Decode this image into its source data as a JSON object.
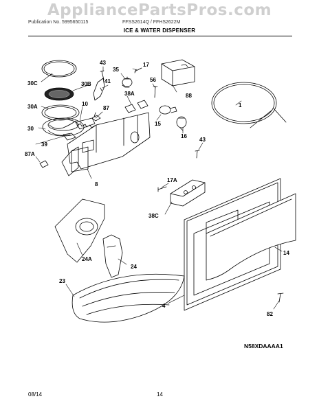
{
  "watermark": "AppliancePartsPros.com",
  "header": {
    "publication": "Publication No. 5995650115",
    "models": "FFSS2614Q / FFHS2622M",
    "title": "ICE & WATER DISPENSER"
  },
  "parts": [
    "43",
    "35",
    "17",
    "41",
    "30C",
    "30B",
    "56",
    "88",
    "38A",
    "30A",
    "10",
    "87",
    "1",
    "15",
    "16",
    "30",
    "39",
    "43",
    "87A",
    "8",
    "17A",
    "38C",
    "14",
    "24A",
    "24",
    "23",
    "4",
    "82"
  ],
  "diagram_code": "N58XDAAAA1",
  "footer": {
    "date": "08/14",
    "page": "14"
  }
}
